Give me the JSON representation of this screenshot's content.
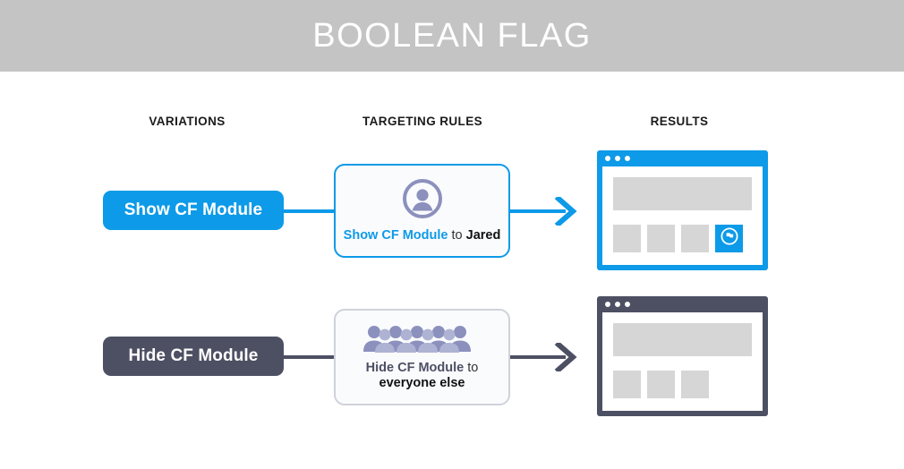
{
  "header": {
    "title": "BOOLEAN FLAG",
    "background_color": "#c4c4c4",
    "text_color": "#ffffff"
  },
  "columns": {
    "variations_label": "VARIATIONS",
    "targeting_label": "TARGETING RULES",
    "results_label": "RESULTS"
  },
  "colors": {
    "accent_blue": "#0d9ae8",
    "slate": "#4d5063",
    "icon_purple": "#8b90bd",
    "placeholder_gray": "#d6d6d6",
    "card_border_gray": "#cfd2da"
  },
  "rows": [
    {
      "variation": {
        "label": "Show CF Module",
        "color": "#0d9ae8"
      },
      "rule": {
        "icon": "single-user-icon",
        "text_parts": [
          {
            "text": "Show CF Module",
            "style": "accent-bold"
          },
          {
            "text": " to ",
            "style": "plain"
          },
          {
            "text": "Jared",
            "style": "black-bold"
          }
        ],
        "border_color": "#0d9ae8"
      },
      "arrow": {
        "color": "#0d9ae8",
        "name": "arrow-right-icon"
      },
      "result": {
        "frame_color": "#0d9ae8",
        "window_dots": 3,
        "hero_block": true,
        "tiles": [
          "placeholder",
          "placeholder",
          "placeholder",
          "feature"
        ],
        "feature_icon": "flag-circle-icon"
      }
    },
    {
      "variation": {
        "label": "Hide CF Module",
        "color": "#4d5063"
      },
      "rule": {
        "icon": "crowd-people-icon",
        "text_parts": [
          {
            "text": "Hide CF Module",
            "style": "slate-bold"
          },
          {
            "text": " to",
            "style": "plain"
          },
          {
            "text": "everyone else",
            "style": "black-bold",
            "newline": true
          }
        ],
        "border_color": "#cfd2da"
      },
      "arrow": {
        "color": "#4d5063",
        "name": "arrow-right-icon"
      },
      "result": {
        "frame_color": "#4d5063",
        "window_dots": 3,
        "hero_block": true,
        "tiles": [
          "placeholder",
          "placeholder",
          "placeholder"
        ],
        "feature_icon": null
      }
    }
  ]
}
